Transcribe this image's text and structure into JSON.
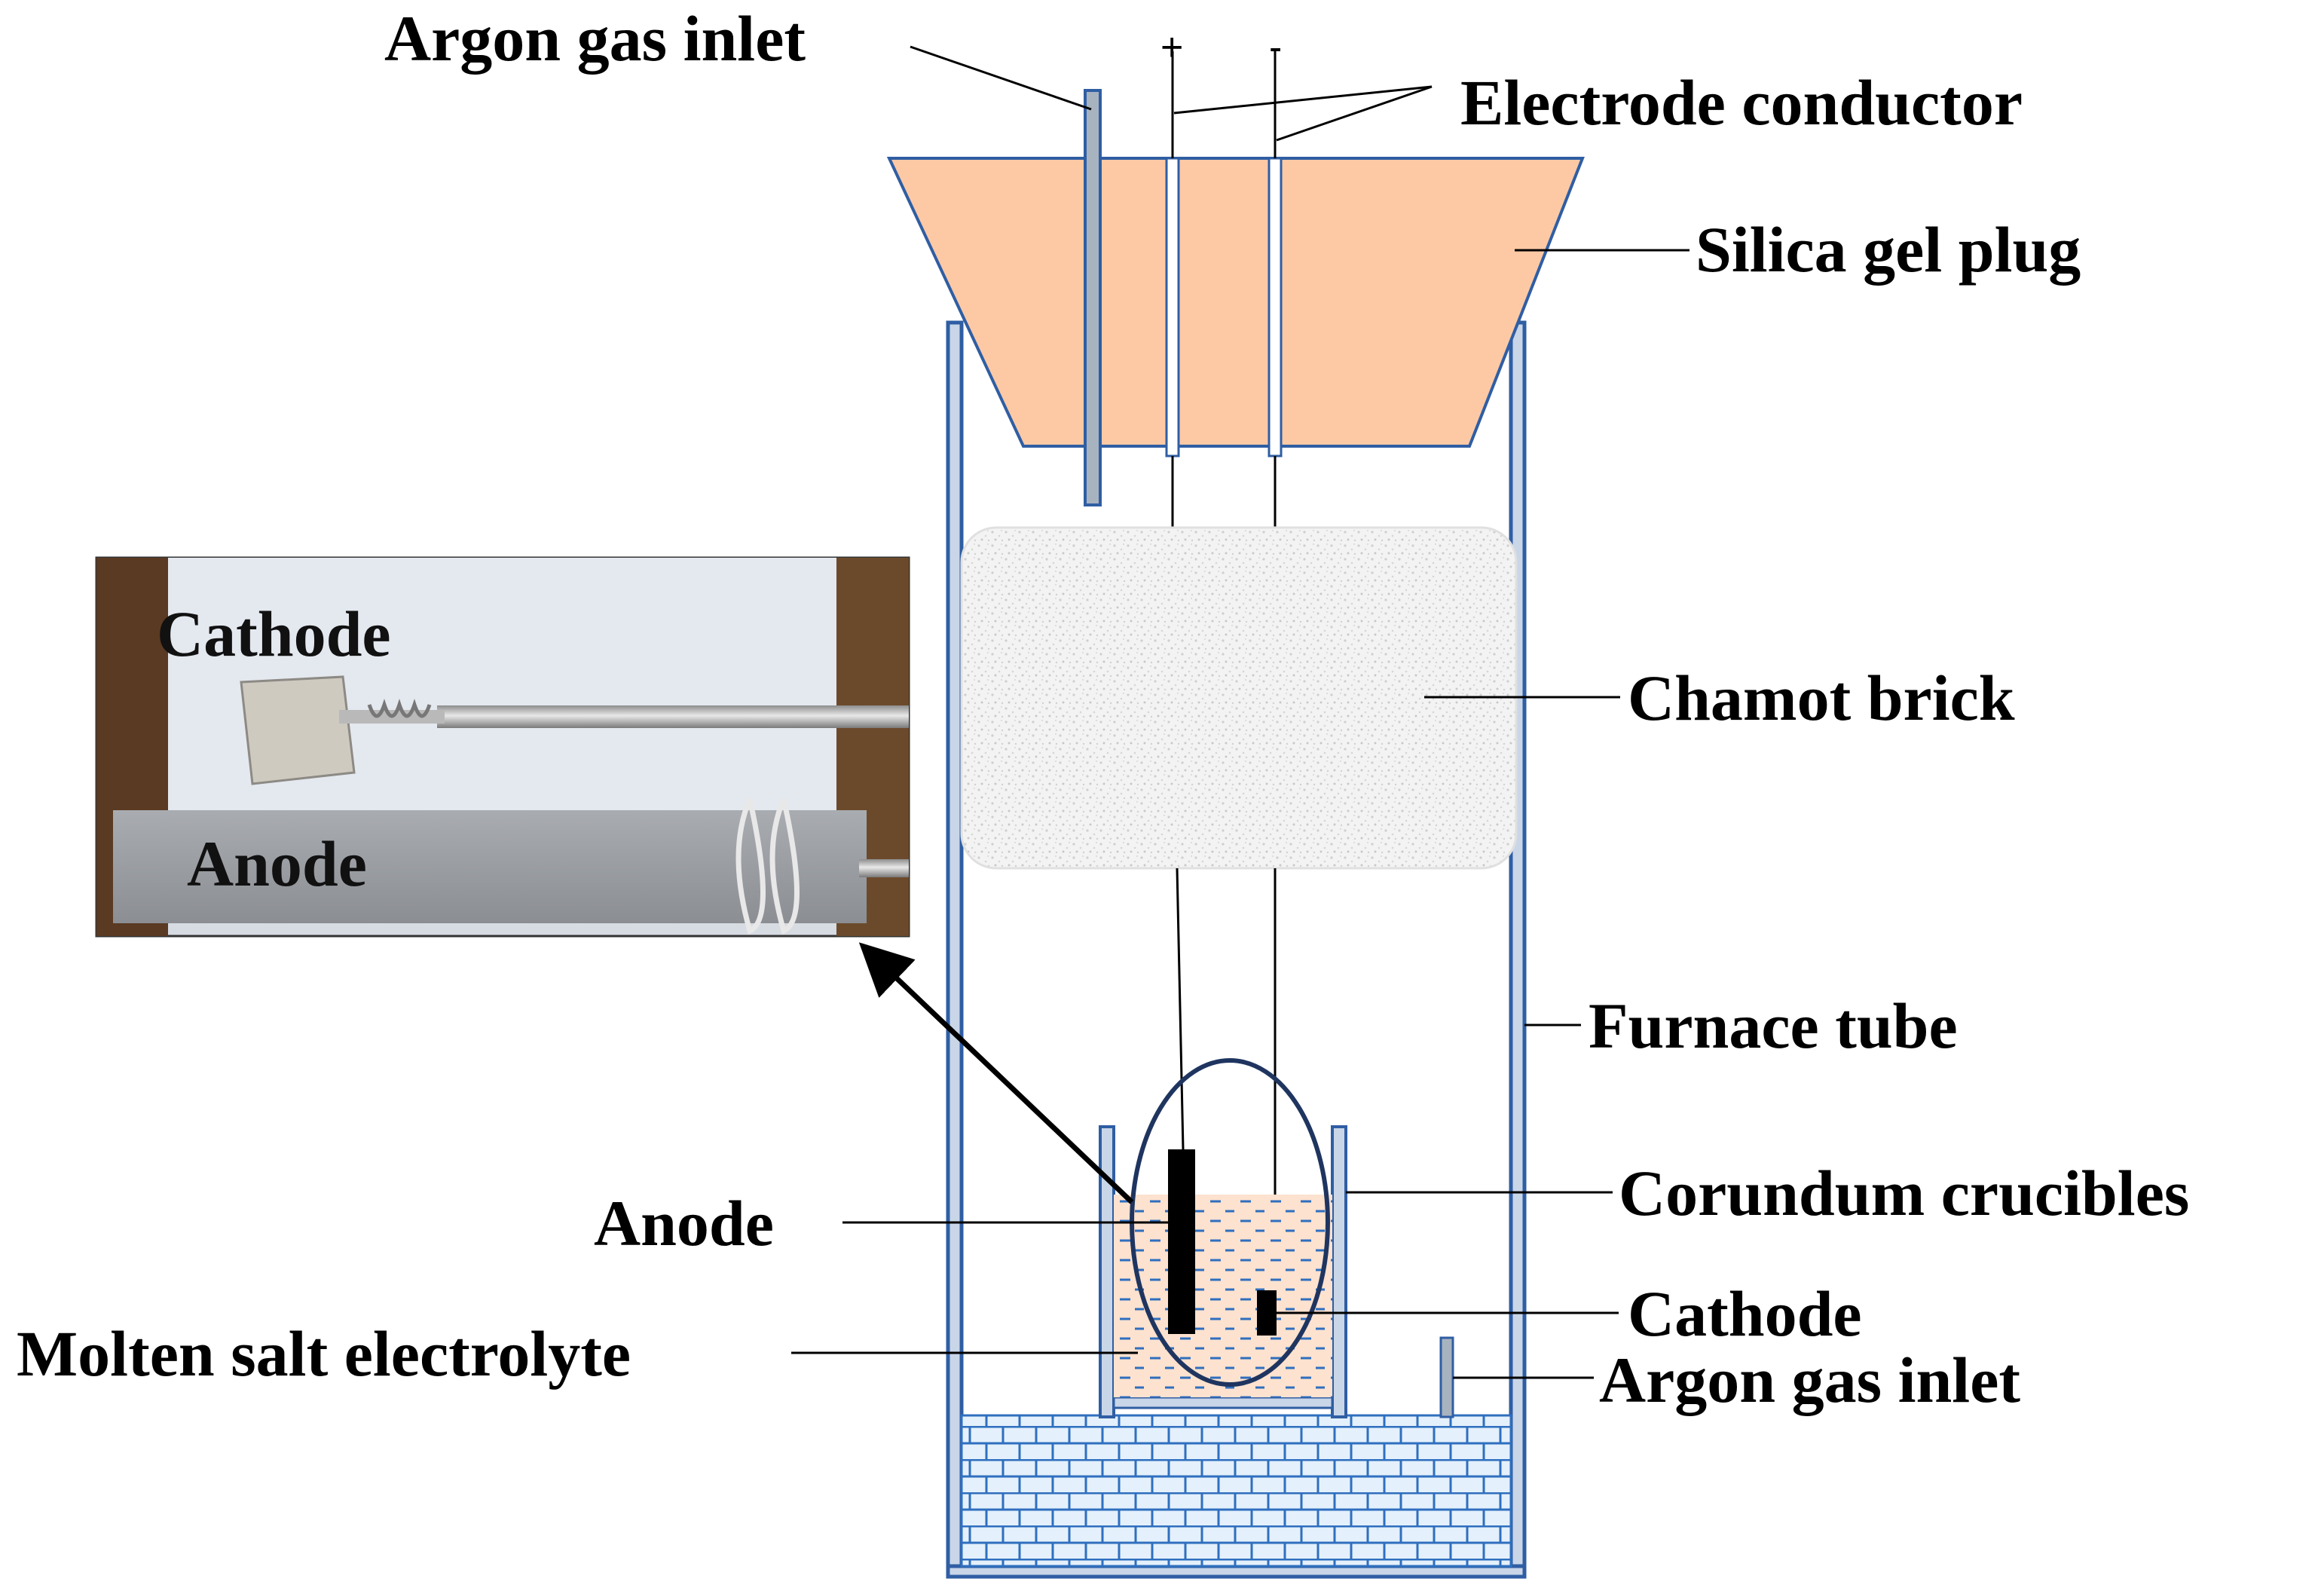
{
  "labels": {
    "argon_inlet_top": "Argon gas inlet",
    "plus_sign": "+",
    "minus_sign": "-",
    "electrode_conductor": "Electrode conductor",
    "silica_gel_plug": "Silica gel plug",
    "chamot_brick": "Chamot brick",
    "furnace_tube": "Furnace tube",
    "corundum_crucibles": "Corundum crucibles",
    "anode": "Anode",
    "cathode": "Cathode",
    "molten_salt_electrolyte": "Molten salt electrolyte",
    "argon_inlet_bottom": "Argon gas inlet"
  },
  "inset_photo": {
    "cathode_label": "Cathode",
    "anode_label": "Anode"
  },
  "colors": {
    "plug_fill": "#fdc9a5",
    "tube_border": "#2f5ea3",
    "electrolyte_fill": "#fde2cf",
    "electrolyte_dash": "#2f6fbf",
    "bath_fill": "#e4f0fb",
    "ellipse_stroke": "#1f3560"
  }
}
